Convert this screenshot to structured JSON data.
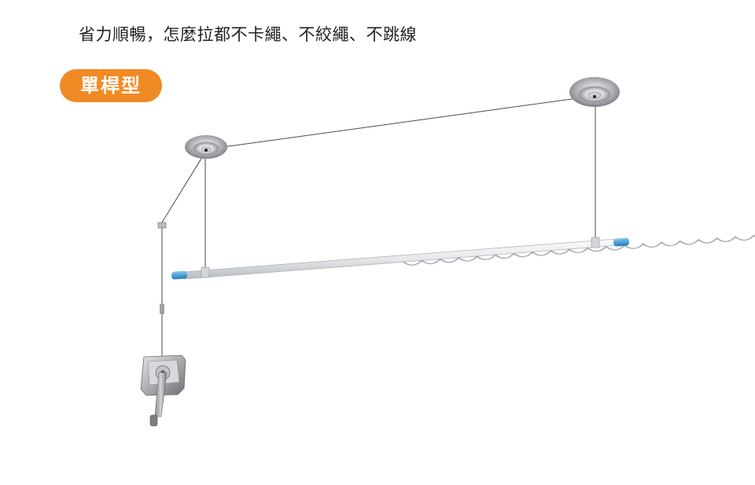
{
  "headline": "省力順暢，怎麼拉都不卡繩、不絞繩、不跳線",
  "badge": {
    "label": "單桿型",
    "color": "#f08a24"
  },
  "illustration": {
    "subject": "single-pole ceiling clothes drying rack",
    "parts": [
      "ceiling-pulley-left",
      "ceiling-pulley-right",
      "drying-pole",
      "hand-crank-winder",
      "cable"
    ],
    "pole_end_cap_color": "#4a9fd6"
  }
}
